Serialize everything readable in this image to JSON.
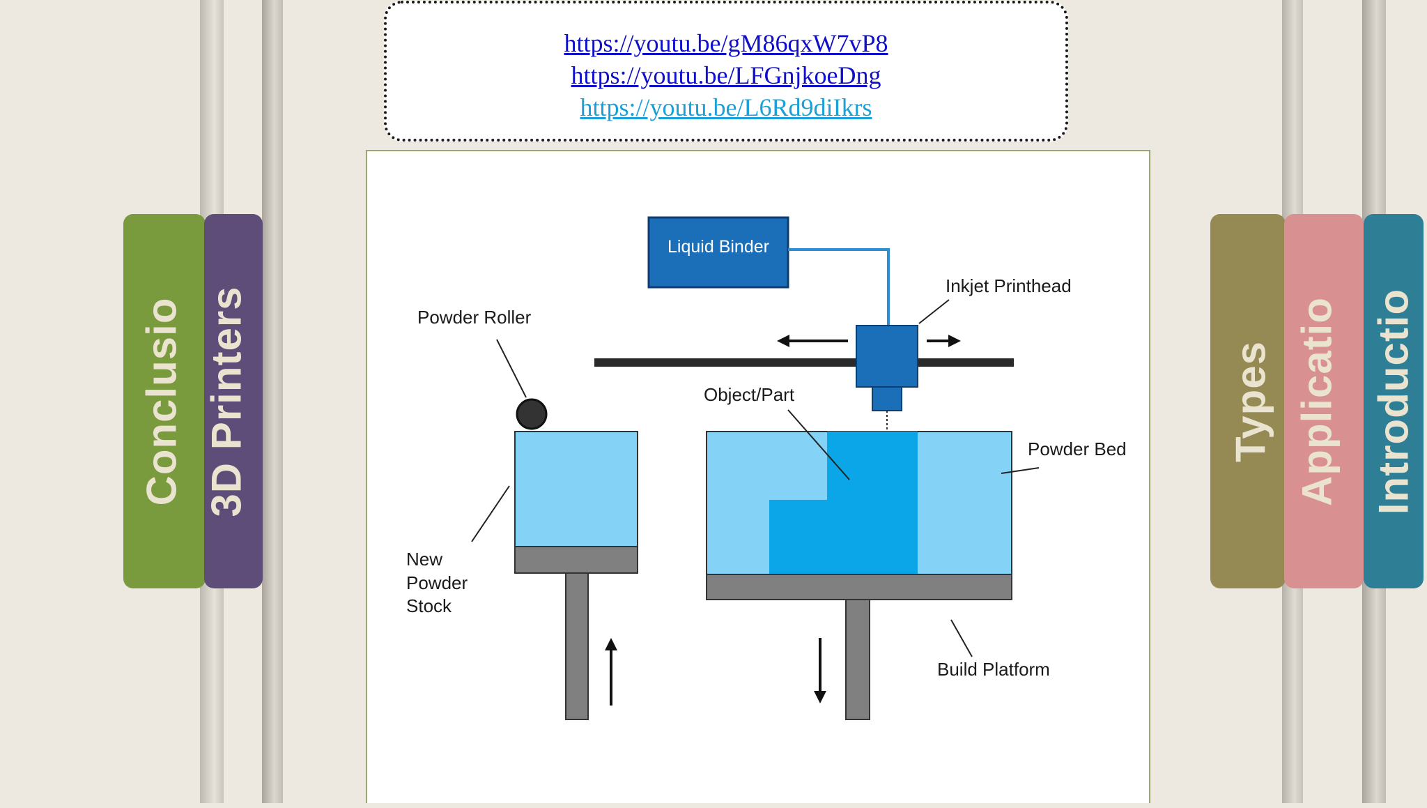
{
  "links": [
    {
      "text": "https://youtu.be/gM86qxW7vP8",
      "color": "#1010c8"
    },
    {
      "text": "https://youtu.be/LFGnjkoeDng",
      "color": "#1010c8"
    },
    {
      "text": "https://youtu.be/L6Rd9diIkrs",
      "color": "#1aa0d8"
    }
  ],
  "left_tabs": [
    {
      "label": "Conclusio",
      "color": "#7a9a3e"
    },
    {
      "label": "3D Printers",
      "color": "#5e4d78"
    }
  ],
  "right_tabs": [
    {
      "label": "Types",
      "color": "#958a54"
    },
    {
      "label": "Applicatio",
      "color": "#d99090"
    },
    {
      "label": "Introductio",
      "color": "#2e7f96"
    }
  ],
  "diagram": {
    "liquid_binder": "Liquid Binder",
    "inkjet_printhead": "Inkjet Printhead",
    "powder_roller": "Powder Roller",
    "object_part": "Object/Part",
    "powder_bed": "Powder Bed",
    "new_powder_stock": [
      "New",
      "Powder",
      "Stock"
    ],
    "build_platform": "Build Platform"
  }
}
